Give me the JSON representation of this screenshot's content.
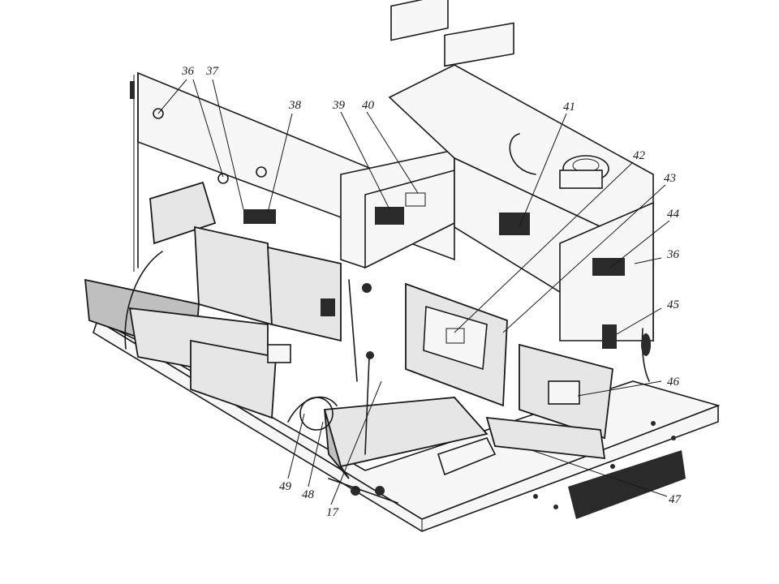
{
  "callouts": {
    "c36a": "36",
    "c37": "37",
    "c38": "38",
    "c39": "39",
    "c40": "40",
    "c41": "41",
    "c42": "42",
    "c43": "43",
    "c44": "44",
    "c36b": "36",
    "c45": "45",
    "c46": "46",
    "c47": "47",
    "c17": "17",
    "c48": "48",
    "c49": "49"
  },
  "colors": {
    "ink": "#1a1a1a",
    "paper": "#ffffff"
  }
}
